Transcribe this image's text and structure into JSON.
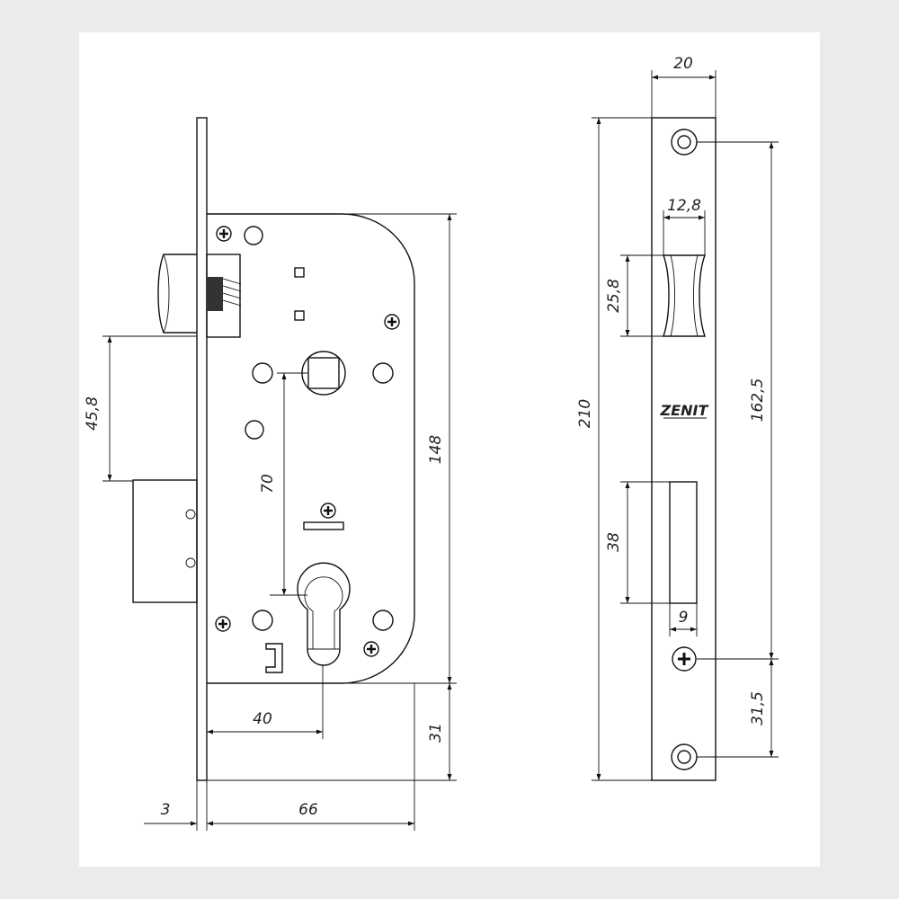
{
  "dimensions": {
    "bolt_offset": "45,8",
    "handle_to_cylinder": "70",
    "case_height": "148",
    "backset": "40",
    "bottom_gap": "31",
    "faceplate_thickness": "3",
    "case_depth": "66",
    "faceplate_width": "20",
    "latch_width": "12,8",
    "latch_height": "25,8",
    "faceplate_length": "210",
    "mounting_holes": "162,5",
    "deadbolt_height": "38",
    "deadbolt_width": "9",
    "screw_to_hole": "31,5"
  },
  "logo": "ZENIT"
}
